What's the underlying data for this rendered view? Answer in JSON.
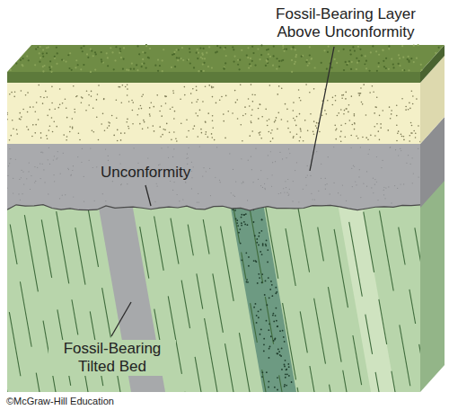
{
  "diagram": {
    "labels": [
      "Fossil-Bearing Layer Above Unconformity",
      "Unconformity",
      "Fossil-Bearing Tilted Bed",
      "©McGraw-Hill Education"
    ]
  }
}
